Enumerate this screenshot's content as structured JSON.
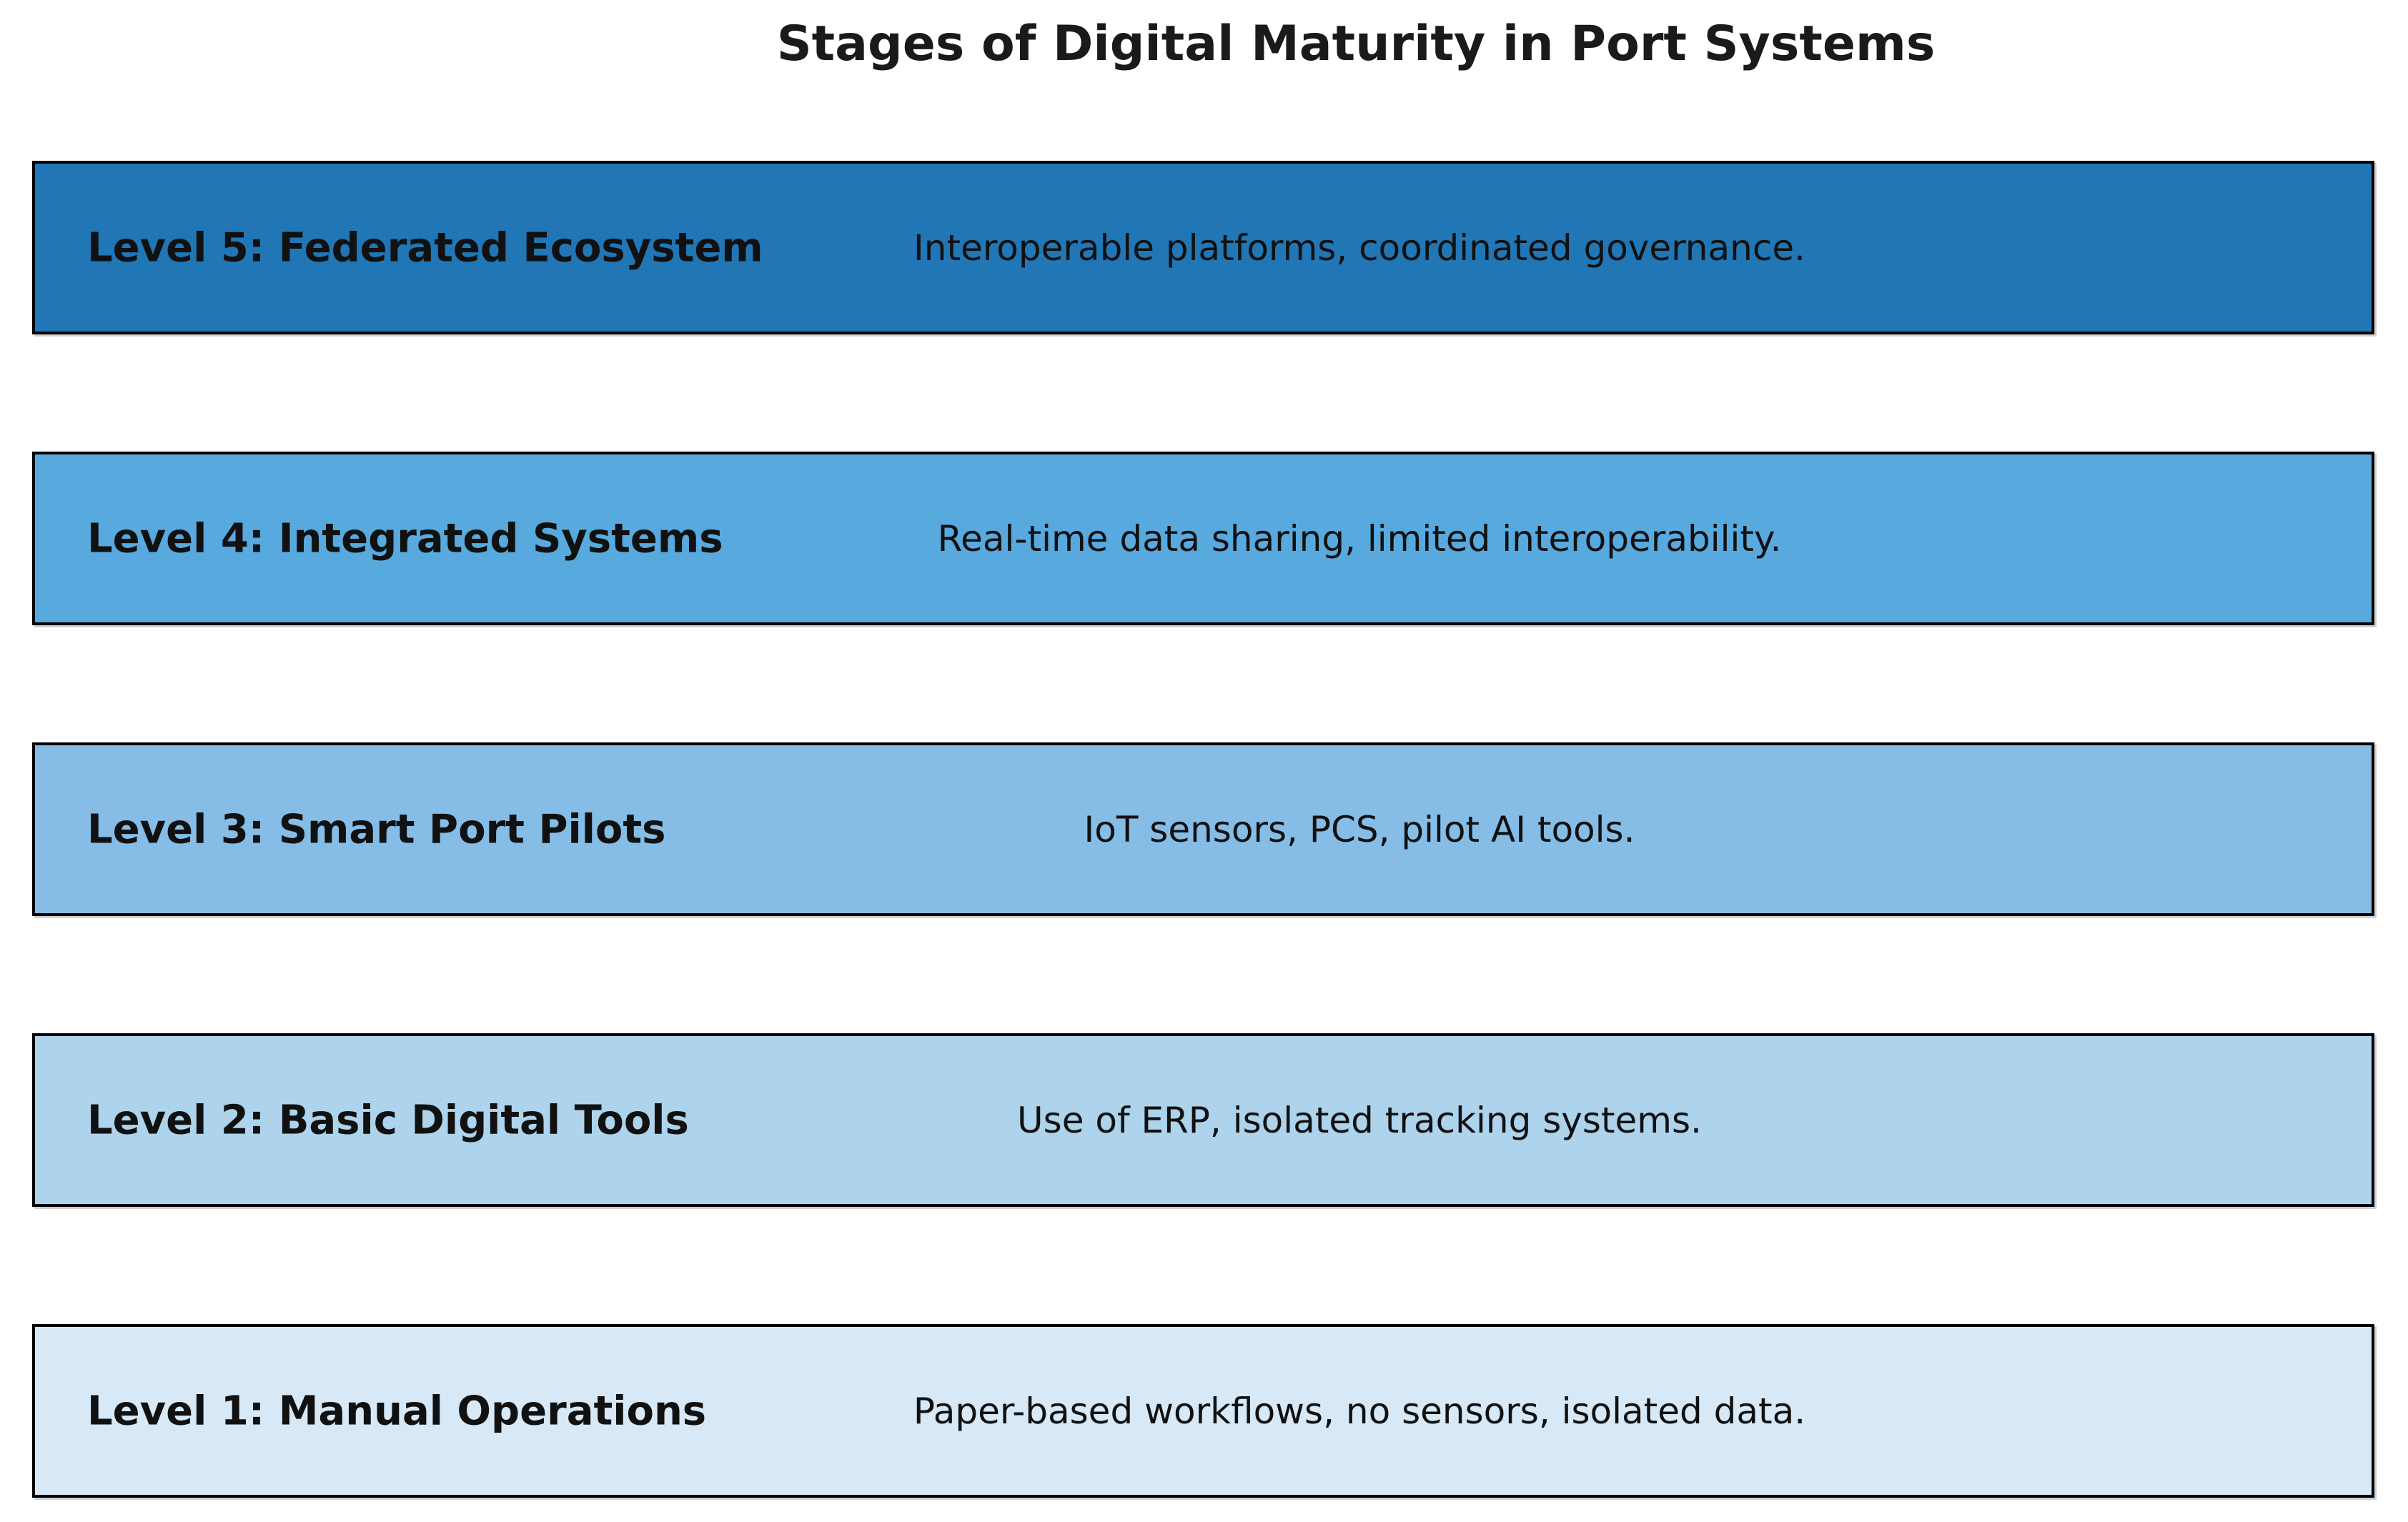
{
  "title": "Stages of Digital Maturity in Port Systems",
  "levels": [
    {
      "label": "Level 5: Federated Ecosystem",
      "description": "Interoperable platforms, coordinated governance.",
      "color": "#2176b5"
    },
    {
      "label": "Level 4: Integrated Systems",
      "description": "Real-time data sharing, limited interoperability.",
      "color": "#57a9de"
    },
    {
      "label": "Level 3: Smart Port Pilots",
      "description": "IoT sensors, PCS, pilot AI tools.",
      "color": "#85bde6"
    },
    {
      "label": "Level 2: Basic Digital Tools",
      "description": "Use of ERP, isolated tracking systems.",
      "color": "#aed3ec"
    },
    {
      "label": "Level 1: Manual Operations",
      "description": "Paper-based workflows, no sensors, isolated data.",
      "color": "#d7e8f6"
    }
  ],
  "styles": {
    "border_color": "#000000",
    "background_color": "#ffffff",
    "text_color": "#111111"
  }
}
